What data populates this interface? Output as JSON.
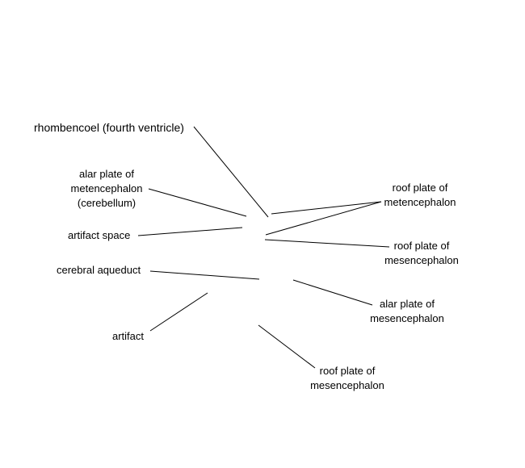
{
  "labels": {
    "rhombencoel": [
      "rhombencoel (fourth ventricle)"
    ],
    "alar_metencephalon": [
      "alar plate of",
      "metencephalon",
      "(cerebellum)"
    ],
    "artifact_space": [
      "artifact space"
    ],
    "cerebral_aqueduct": [
      "cerebral aqueduct"
    ],
    "artifact": [
      "artifact"
    ],
    "roof_metencephalon": [
      "roof plate of",
      "metencephalon"
    ],
    "roof_mesencephalon_upper": [
      "roof plate of",
      "mesencephalon"
    ],
    "alar_mesencephalon": [
      "alar plate of",
      "mesencephalon"
    ],
    "roof_mesencephalon_lower": [
      "roof plate of",
      "mesencephalon"
    ]
  },
  "colors": {
    "line": "#000000",
    "text": "#000000",
    "background": "#ffffff"
  }
}
